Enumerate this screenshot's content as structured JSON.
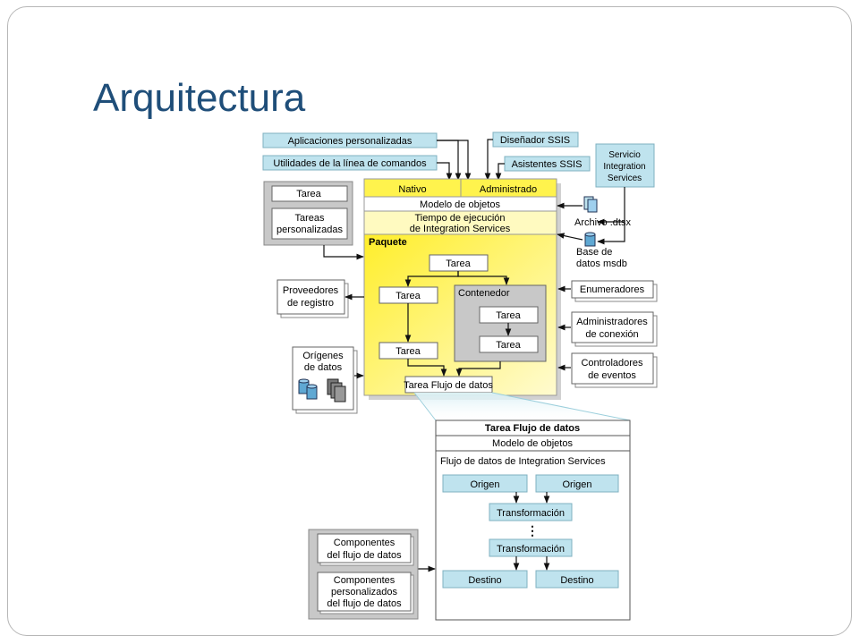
{
  "title": "Arquitectura",
  "colors": {
    "accent_title": "#1f4e79",
    "light_blue_box": "#bfe3ee",
    "yellow_panel": "#fff34d",
    "yellow_light": "#fffac0",
    "gray_container": "#c8c8c8"
  },
  "top": {
    "custom_apps": "Aplicaciones personalizadas",
    "cmd_utils": "Utilidades de la línea de comandos",
    "ssis_designer": "Diseñador SSIS",
    "ssis_wizards": "Asistentes SSIS",
    "is_service": [
      "Servicio",
      "Integration",
      "Services"
    ]
  },
  "left": {
    "task": "Tarea",
    "custom_tasks": [
      "Tareas",
      "personalizadas"
    ],
    "log_providers": [
      "Proveedores",
      "de registro"
    ],
    "data_sources": [
      "Orígenes",
      "de datos"
    ]
  },
  "right": {
    "dtsx_file": "Archivo .dtsx",
    "msdb": [
      "Base de",
      "datos msdb"
    ],
    "enumerators": "Enumeradores",
    "connection_managers": [
      "Administradores",
      "de conexión"
    ],
    "event_handlers": [
      "Controladores",
      "de eventos"
    ]
  },
  "engine": {
    "native": "Nativo",
    "managed": "Administrado",
    "object_model": "Modelo de objetos",
    "runtime": [
      "Tiempo de ejecución",
      "de Integration Services"
    ],
    "package": "Paquete",
    "task": "Tarea",
    "container": "Contenedor",
    "data_flow_task": "Tarea Flujo de datos"
  },
  "dataflow": {
    "header": "Tarea Flujo de datos",
    "object_model": "Modelo de objetos",
    "engine": "Flujo de datos de Integration Services",
    "source": "Origen",
    "transform": "Transformación",
    "ellipsis": "⋮",
    "destination": "Destino"
  },
  "components": {
    "dataflow_components": [
      "Componentes",
      "del flujo de datos"
    ],
    "custom_components": [
      "Componentes",
      "personalizados",
      "del flujo de datos"
    ]
  }
}
